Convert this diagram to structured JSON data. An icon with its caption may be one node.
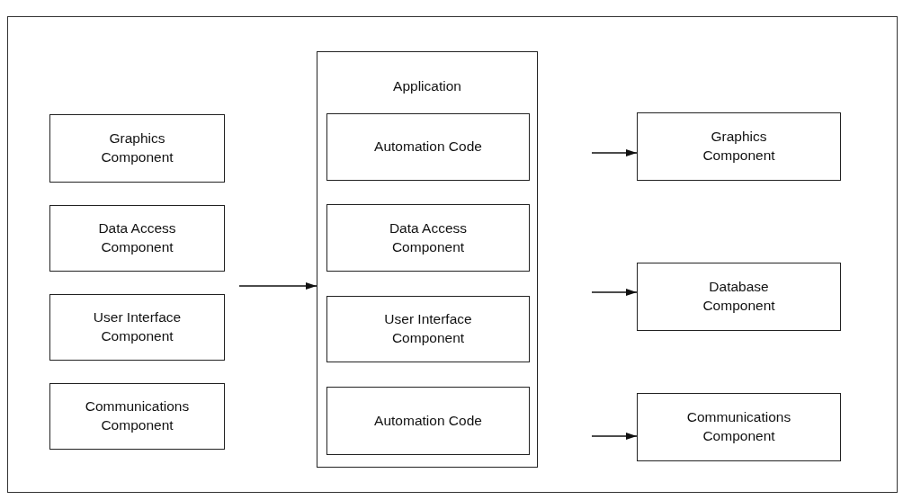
{
  "diagram": {
    "nodes": [
      {
        "text": [
          "Graphics Component"
        ]
      },
      {
        "text": [
          "Data Access Component"
        ]
      },
      {
        "text": [
          "User Interface Component"
        ]
      },
      {
        "text": [
          "Communications Component"
        ]
      },
      {
        "text": [
          "Application"
        ]
      },
      {
        "text": [
          "Automation Code"
        ],
        "in": 4
      },
      {
        "text": [
          "Data Access Component"
        ],
        "in": 4
      },
      {
        "text": [
          "User Interface Component"
        ],
        "in": 4
      },
      {
        "text": [
          "Automation Code"
        ],
        "in": 4
      },
      {
        "text": [
          "Graphics Component"
        ]
      },
      {
        "text": [
          "Database Component"
        ]
      },
      {
        "text": [
          "Communications Component"
        ]
      }
    ],
    "edges": [
      {
        "from": null,
        "to": 4,
        "arrow": "to"
      },
      {
        "from": null,
        "to": 9,
        "arrow": "to"
      },
      {
        "from": null,
        "to": 10,
        "arrow": "to"
      },
      {
        "from": null,
        "to": 11,
        "arrow": "to"
      }
    ]
  }
}
